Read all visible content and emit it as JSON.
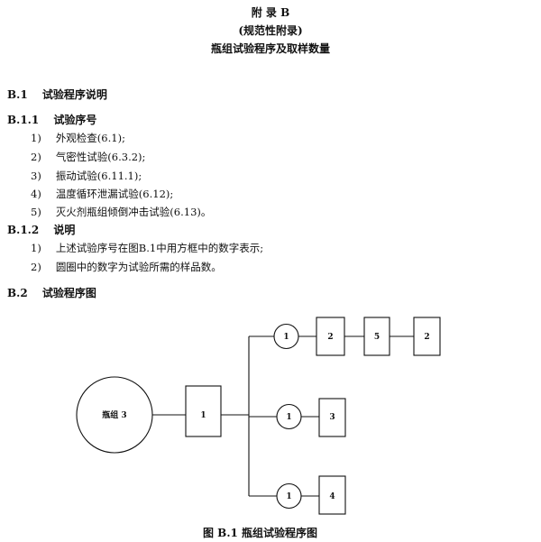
{
  "header": {
    "appendix": "附 录 B",
    "normative": "(规范性附录)",
    "title": "瓶组试验程序及取样数量"
  },
  "section_b1": {
    "number": "B.1",
    "title": "试验程序说明",
    "sub1": {
      "number": "B.1.1",
      "title": "试验序号",
      "items": [
        {
          "num": "1)",
          "text": "外观检查(6.1);"
        },
        {
          "num": "2)",
          "text": "气密性试验(6.3.2);"
        },
        {
          "num": "3)",
          "text": "振动试验(6.11.1);"
        },
        {
          "num": "4)",
          "text": "温度循环泄漏试验(6.12);"
        },
        {
          "num": "5)",
          "text": "灭火剂瓶组倾倒冲击试验(6.13)。"
        }
      ]
    },
    "sub2": {
      "number": "B.1.2",
      "title": "说明",
      "items": [
        {
          "num": "1)",
          "text": "上述试验序号在图B.1中用方框中的数字表示;"
        },
        {
          "num": "2)",
          "text": "圆圈中的数字为试验所需的样品数。"
        }
      ]
    }
  },
  "section_b2": {
    "number": "B.2",
    "title": "试验程序图"
  },
  "diagram": {
    "start": "瓶组 3",
    "box_first": "1",
    "branch_top": {
      "circle": "1",
      "boxes": [
        "2",
        "5",
        "2"
      ]
    },
    "branch_mid": {
      "circle": "1",
      "boxes": [
        "3"
      ]
    },
    "branch_bottom": {
      "circle": "1",
      "boxes": [
        "4"
      ]
    }
  },
  "figure": {
    "caption": "图 B.1  瓶组试验程序图"
  }
}
